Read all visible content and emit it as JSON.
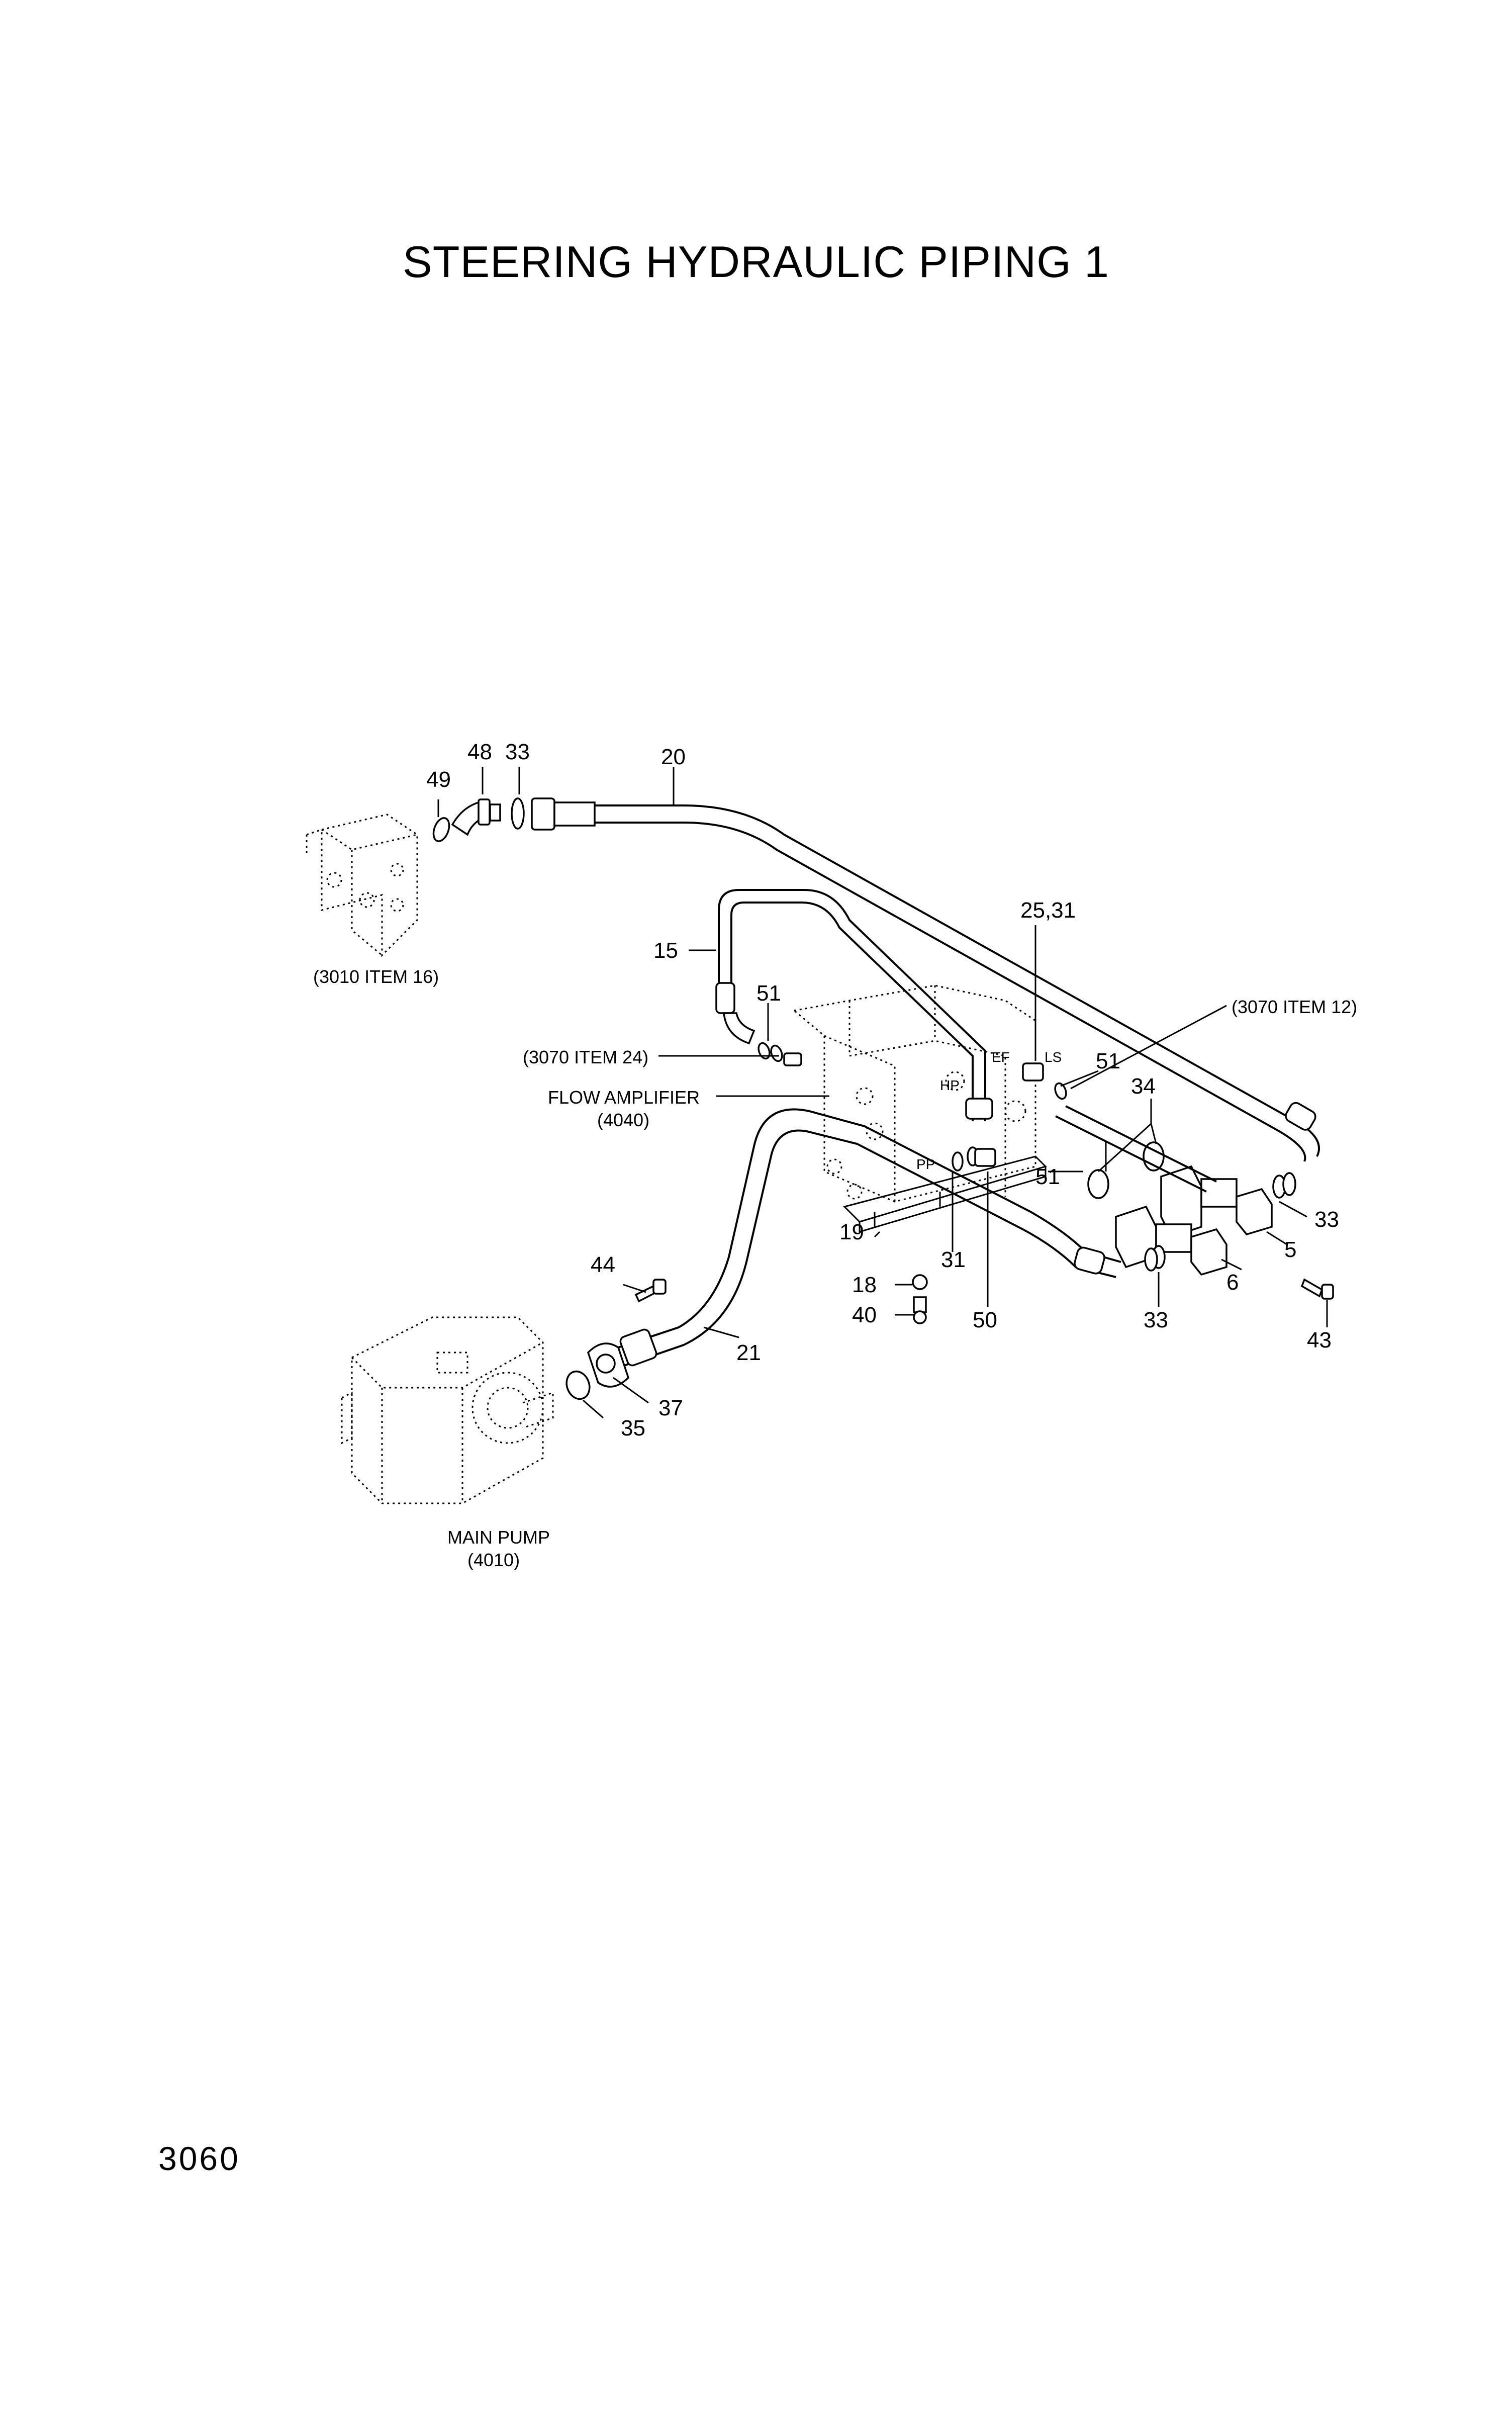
{
  "title": "STEERING HYDRAULIC PIPING 1",
  "page_number": "3060",
  "callouts": {
    "c49": "49",
    "c48": "48",
    "c33a": "33",
    "c20": "20",
    "c15": "15",
    "c51a": "51",
    "c2531": "25,31",
    "c51b": "51",
    "c34": "34",
    "c51c": "51",
    "c33b": "33",
    "c5": "5",
    "c19": "19",
    "c31": "31",
    "c18": "18",
    "c40": "40",
    "c50": "50",
    "c6": "6",
    "c33c": "33",
    "c43": "43",
    "c44": "44",
    "c21": "21",
    "c37": "37",
    "c35": "35"
  },
  "references": {
    "item3010": "(3010 ITEM 16)",
    "item3070_12": "(3070 ITEM 12)",
    "item3070_24": "(3070 ITEM 24)",
    "flow_amp": "FLOW AMPLIFIER",
    "flow_amp_code": "(4040)",
    "main_pump": "MAIN PUMP",
    "main_pump_code": "(4010)"
  },
  "ports": {
    "ef": "EF",
    "ls": "LS",
    "hp": "HP",
    "pp": "PP"
  }
}
